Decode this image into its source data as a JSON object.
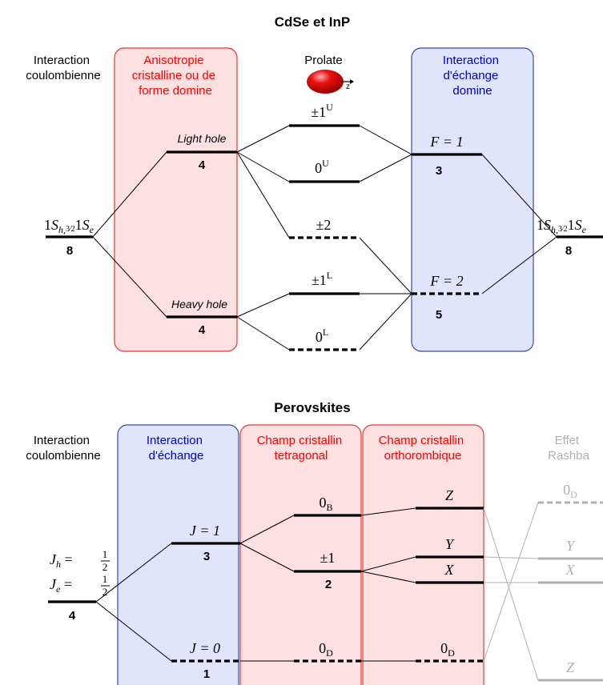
{
  "colors": {
    "red_text": "#ff0000",
    "blue_text": "#0000cc",
    "red_fill": "#fde0e0",
    "red_stroke": "#e53935",
    "blue_fill": "#dfe6fb",
    "blue_stroke": "#3949ab",
    "gray": "#b0b0b0",
    "ellipsoid": "#dd0000"
  },
  "top": {
    "title": "CdSe et InP",
    "left_label": [
      "Interaction",
      "coulombienne"
    ],
    "red_box": [
      "Anisotropie",
      "cristalline ou de",
      "forme domine"
    ],
    "prolate": "Prolate",
    "axis_z": "z",
    "blue_box": [
      "Interaction",
      "d'échange",
      "domine"
    ],
    "light_hole": "Light hole",
    "heavy_hole": "Heavy hole",
    "deg_light": "4",
    "deg_heavy": "4",
    "left_deg": "8",
    "right_deg": "8",
    "level_pm1U": "±1",
    "sup_U": "U",
    "level_0U": "0",
    "level_pm2": "±2",
    "level_pm1L": "±1",
    "sup_L": "L",
    "level_0L": "0",
    "F1": "F = 1",
    "F1_deg": "3",
    "F2": "F = 2",
    "F2_deg": "5"
  },
  "bottom": {
    "title": "Perovskites",
    "left_label": [
      "Interaction",
      "coulombienne"
    ],
    "blue_box": [
      "Interaction",
      "d'échange"
    ],
    "red_box1": [
      "Champ cristallin",
      "tetragonal"
    ],
    "red_box2": [
      "Champ cristallin",
      "orthorombique"
    ],
    "rashba": [
      "Effet",
      "Rashba"
    ],
    "Jh": "J",
    "Jh_sub": "h",
    "Je_sub": "e",
    "half_num": "1",
    "half_den": "2",
    "left_deg": "4",
    "J1": "J = 1",
    "J1_deg": "3",
    "J0": "J = 0",
    "J0_deg": "1",
    "zero": "0",
    "sub_B": "B",
    "sub_D": "D",
    "pm1": "±1",
    "pm1_deg": "2",
    "Z": "Z",
    "Y": "Y",
    "X": "X"
  }
}
